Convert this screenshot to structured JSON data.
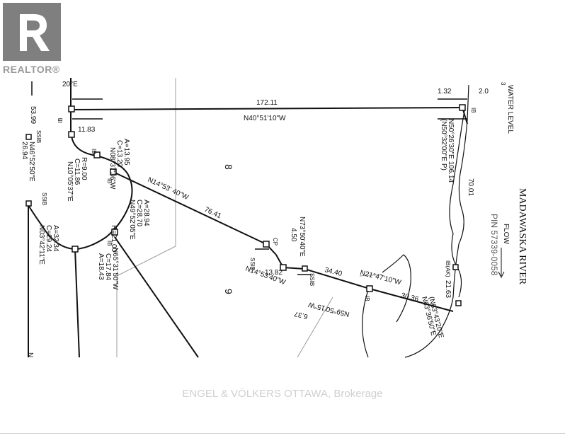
{
  "logo": {
    "text": "REALTOR",
    "mark": "®",
    "color": "#7f7f7f"
  },
  "watermark": {
    "text": "ENGEL & VÖLKERS OTTAWA, Brokerage"
  },
  "labels": {
    "top_bearing": "20°E",
    "dist_53_99": "53.99",
    "ib_1": "IB",
    "dist_11_83": "11.83",
    "ssib_1": "SSIB",
    "n46_line": "N46°52'50\"E",
    "n46_dist": "26.94",
    "ssib_2": "SSIB",
    "ib_curve": "IB",
    "r_9_00": "R=9.00",
    "c_11_86": "C=11.86",
    "n10": "N10°05'37\"E",
    "a_13_95": "A=13.95",
    "c_13_20": "C=13.20",
    "n08": "N08°37'36\"W",
    "ib_2": "IB",
    "lot_8": "8",
    "n14_top": "N14°53' 40\"W",
    "dist_76_41": "76.41",
    "a_28_94": "A=28.94",
    "c_28_70": "C=28.70",
    "n49": "N49°52'05\"E",
    "r_21": "R=21.00",
    "ib_3": "IB",
    "a_32_34": "A=32.34",
    "c_29_24": "C=29.24",
    "n03": "N03°42'11\"E",
    "n65": "N65°31'50\"W",
    "c_17_84": "C=17.84",
    "a_18_43": "A=18.43",
    "lot_9": "9",
    "n73": "N73°50'40\"E",
    "dist_4_50": "4.50",
    "cp": "CP",
    "ssib_3": "SSIB",
    "dist_13_82": "13.82",
    "n14_low": "N14°53'40\"W",
    "ssib_4": "SSIB",
    "dist_34_40": "34.40",
    "n21": "N21°47'10\"W",
    "ib_4": "IB",
    "dist_30_36": "30.36",
    "n59": "N59°50'15\"W",
    "dist_6_37": "6.37",
    "dist_172_11": "172.11",
    "n40": "N40°51'10\"W",
    "dist_1_32": "1.32",
    "dist_2_0": "2.0",
    "ib_5": "IB",
    "water_level": "WATER LEVEL",
    "n50": "N50°26'30\"E 106.14",
    "n50_p": "(N50°32'00\"E P)",
    "dist_70_01": "70.01",
    "ib_ak": "IB(AK)",
    "dist_21_63": "21.63",
    "n63": "N63°36'50\"E",
    "n63_p": "(N63°43'20\"E",
    "river": "MADAWASKA RIVER",
    "flow": "FLOW",
    "pin": "PIN 57339-0058",
    "bottom_n": "N",
    "top_3": "3"
  }
}
